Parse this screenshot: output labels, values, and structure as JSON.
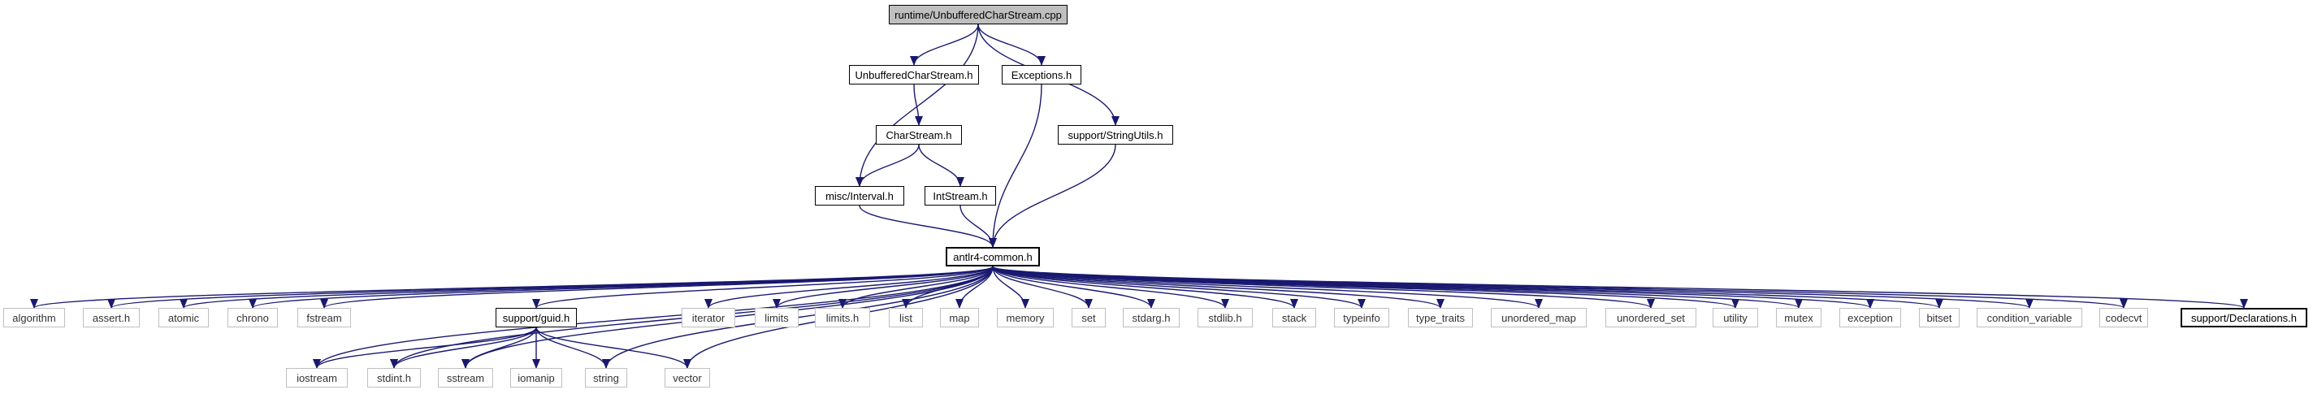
{
  "graph": {
    "title": "runtime/UnbufferedCharStream.cpp",
    "edge_color": "#191970",
    "nodes": [
      {
        "id": "root",
        "label": "runtime/UnbufferedCharStream.cpp",
        "kind": "root"
      },
      {
        "id": "ucsh",
        "label": "UnbufferedCharStream.h",
        "kind": "doc"
      },
      {
        "id": "exch",
        "label": "Exceptions.h",
        "kind": "doc"
      },
      {
        "id": "csh",
        "label": "CharStream.h",
        "kind": "doc"
      },
      {
        "id": "sush",
        "label": "support/StringUtils.h",
        "kind": "doc"
      },
      {
        "id": "mih",
        "label": "misc/Interval.h",
        "kind": "doc"
      },
      {
        "id": "ish",
        "label": "IntStream.h",
        "kind": "doc"
      },
      {
        "id": "a4c",
        "label": "antlr4-common.h",
        "kind": "doc-bold"
      },
      {
        "id": "algorithm",
        "label": "algorithm",
        "kind": "sys"
      },
      {
        "id": "assert",
        "label": "assert.h",
        "kind": "sys"
      },
      {
        "id": "atomic",
        "label": "atomic",
        "kind": "sys"
      },
      {
        "id": "chrono",
        "label": "chrono",
        "kind": "sys"
      },
      {
        "id": "fstream",
        "label": "fstream",
        "kind": "sys"
      },
      {
        "id": "guid",
        "label": "support/guid.h",
        "kind": "doc"
      },
      {
        "id": "iterator",
        "label": "iterator",
        "kind": "sys"
      },
      {
        "id": "limits",
        "label": "limits",
        "kind": "sys"
      },
      {
        "id": "limitsh",
        "label": "limits.h",
        "kind": "sys"
      },
      {
        "id": "list",
        "label": "list",
        "kind": "sys"
      },
      {
        "id": "map",
        "label": "map",
        "kind": "sys"
      },
      {
        "id": "memory",
        "label": "memory",
        "kind": "sys"
      },
      {
        "id": "set",
        "label": "set",
        "kind": "sys"
      },
      {
        "id": "stdarg",
        "label": "stdarg.h",
        "kind": "sys"
      },
      {
        "id": "stdlib",
        "label": "stdlib.h",
        "kind": "sys"
      },
      {
        "id": "stack",
        "label": "stack",
        "kind": "sys"
      },
      {
        "id": "typeinfo",
        "label": "typeinfo",
        "kind": "sys"
      },
      {
        "id": "type_traits",
        "label": "type_traits",
        "kind": "sys"
      },
      {
        "id": "unordered_map",
        "label": "unordered_map",
        "kind": "sys"
      },
      {
        "id": "unordered_set",
        "label": "unordered_set",
        "kind": "sys"
      },
      {
        "id": "utility",
        "label": "utility",
        "kind": "sys"
      },
      {
        "id": "mutex",
        "label": "mutex",
        "kind": "sys"
      },
      {
        "id": "exception",
        "label": "exception",
        "kind": "sys"
      },
      {
        "id": "bitset",
        "label": "bitset",
        "kind": "sys"
      },
      {
        "id": "condvar",
        "label": "condition_variable",
        "kind": "sys"
      },
      {
        "id": "codecvt",
        "label": "codecvt",
        "kind": "sys"
      },
      {
        "id": "decl",
        "label": "support/Declarations.h",
        "kind": "doc-bold"
      },
      {
        "id": "iostream",
        "label": "iostream",
        "kind": "sys"
      },
      {
        "id": "stdint",
        "label": "stdint.h",
        "kind": "sys"
      },
      {
        "id": "sstream",
        "label": "sstream",
        "kind": "sys"
      },
      {
        "id": "iomanip",
        "label": "iomanip",
        "kind": "sys"
      },
      {
        "id": "string",
        "label": "string",
        "kind": "sys"
      },
      {
        "id": "vector",
        "label": "vector",
        "kind": "sys"
      }
    ],
    "edges": [
      [
        "root",
        "ucsh"
      ],
      [
        "root",
        "exch"
      ],
      [
        "root",
        "sush"
      ],
      [
        "root",
        "mih"
      ],
      [
        "ucsh",
        "csh"
      ],
      [
        "csh",
        "mih"
      ],
      [
        "csh",
        "ish"
      ],
      [
        "exch",
        "a4c"
      ],
      [
        "sush",
        "a4c"
      ],
      [
        "mih",
        "a4c"
      ],
      [
        "ish",
        "a4c"
      ],
      [
        "a4c",
        "algorithm"
      ],
      [
        "a4c",
        "assert"
      ],
      [
        "a4c",
        "atomic"
      ],
      [
        "a4c",
        "chrono"
      ],
      [
        "a4c",
        "fstream"
      ],
      [
        "a4c",
        "guid"
      ],
      [
        "a4c",
        "iostream"
      ],
      [
        "a4c",
        "stdint"
      ],
      [
        "a4c",
        "sstream"
      ],
      [
        "a4c",
        "string"
      ],
      [
        "a4c",
        "vector"
      ],
      [
        "a4c",
        "iterator"
      ],
      [
        "a4c",
        "limits"
      ],
      [
        "a4c",
        "limitsh"
      ],
      [
        "a4c",
        "list"
      ],
      [
        "a4c",
        "map"
      ],
      [
        "a4c",
        "memory"
      ],
      [
        "a4c",
        "set"
      ],
      [
        "a4c",
        "stdarg"
      ],
      [
        "a4c",
        "stdlib"
      ],
      [
        "a4c",
        "stack"
      ],
      [
        "a4c",
        "typeinfo"
      ],
      [
        "a4c",
        "type_traits"
      ],
      [
        "a4c",
        "unordered_map"
      ],
      [
        "a4c",
        "unordered_set"
      ],
      [
        "a4c",
        "utility"
      ],
      [
        "a4c",
        "mutex"
      ],
      [
        "a4c",
        "exception"
      ],
      [
        "a4c",
        "bitset"
      ],
      [
        "a4c",
        "condvar"
      ],
      [
        "a4c",
        "codecvt"
      ],
      [
        "a4c",
        "decl"
      ],
      [
        "guid",
        "iostream"
      ],
      [
        "guid",
        "stdint"
      ],
      [
        "guid",
        "sstream"
      ],
      [
        "guid",
        "iomanip"
      ],
      [
        "guid",
        "string"
      ],
      [
        "guid",
        "vector"
      ]
    ]
  }
}
